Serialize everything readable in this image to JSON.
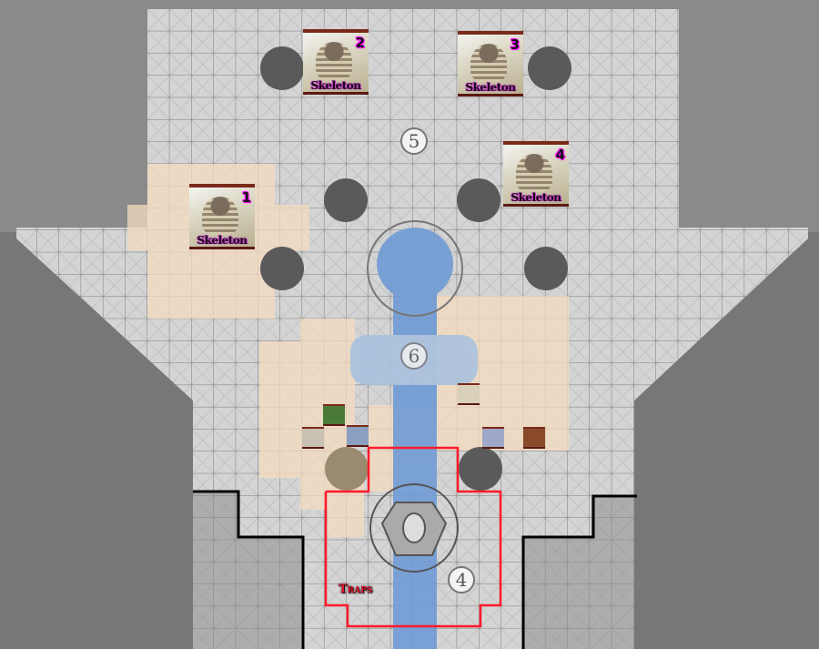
{
  "map": {
    "room_markers": [
      "5",
      "6",
      "4"
    ],
    "trap_label": "Traps",
    "colors": {
      "floor": "#d2d2d2",
      "wall": "#8a8a8a",
      "water": "#6f9bd6",
      "highlight": "#f5dcc0",
      "trap_outline": "#ff1a2a",
      "wall_line": "#000000"
    }
  },
  "skeletons": [
    {
      "name": "Skeleton",
      "number": "1"
    },
    {
      "name": "Skeleton",
      "number": "2"
    },
    {
      "name": "Skeleton",
      "number": "3"
    },
    {
      "name": "Skeleton",
      "number": "4"
    }
  ],
  "heroes": [
    {
      "color": "#4a7a3a"
    },
    {
      "color": "#8a7a6a"
    },
    {
      "color": "#5a7aa0"
    },
    {
      "color": "#a08a5a"
    },
    {
      "color": "#8a90b0"
    },
    {
      "color": "#8a4a2a"
    }
  ]
}
